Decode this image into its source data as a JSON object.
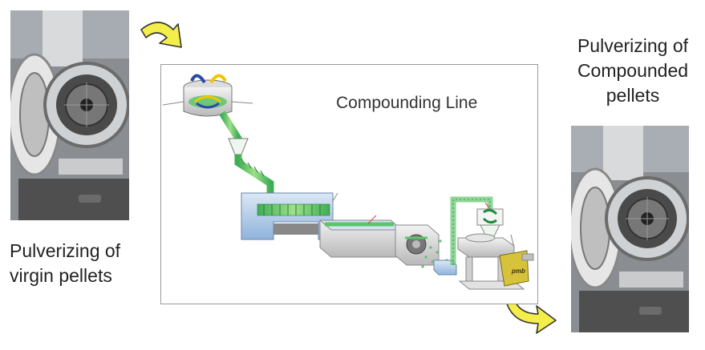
{
  "captions": {
    "left": "Pulverizing of virgin pellets",
    "right": "Pulverizing of Compounded pellets"
  },
  "diagram": {
    "title": "Compounding Line",
    "bag_label": "pmb"
  },
  "icons": {
    "top_arrow": "curved-arrow-right-icon",
    "bottom_arrow": "curved-arrow-right-icon"
  },
  "colors": {
    "arrow_yellow": "#f4ee4a",
    "process_green": "#5cc46a",
    "machine_blue": "#b9d3ef",
    "bag_yellow": "#d7c23c"
  }
}
